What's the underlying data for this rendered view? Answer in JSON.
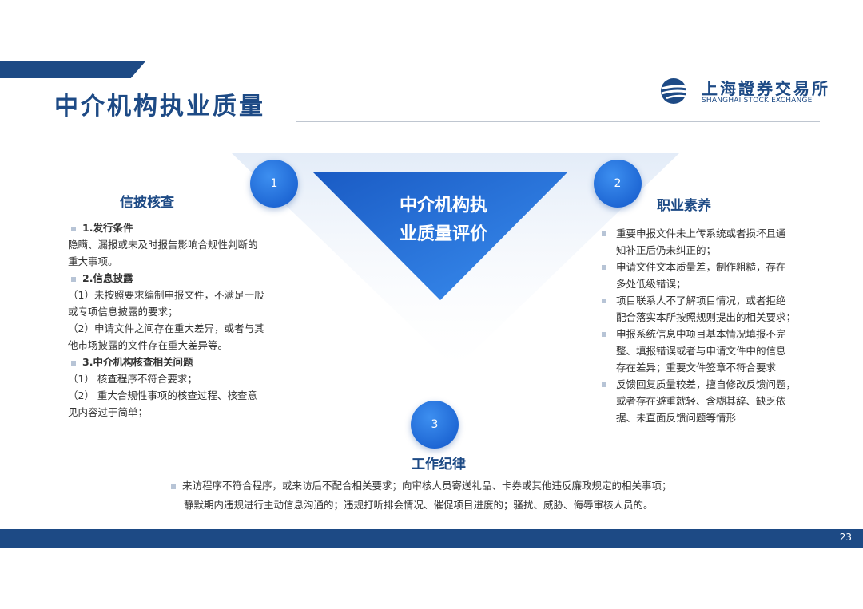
{
  "header": {
    "title": "中介机构执业质量",
    "logo_cn": "上海證券交易所",
    "logo_en": "SHANGHAI STOCK EXCHANGE"
  },
  "center": {
    "line1": "中介机构执",
    "line2": "业质量评价"
  },
  "colors": {
    "primary": "#1d4a85",
    "accent": "#1a64d6"
  },
  "sections": {
    "left": {
      "number": "1",
      "title": "信披核查",
      "lines": [
        {
          "text": "1.发行条件",
          "bold": true,
          "bullet": true
        },
        {
          "text": "隐瞒、漏报或未及时报告影响合规性判断的",
          "bold": false,
          "bullet": false
        },
        {
          "text": "重大事项。",
          "bold": false,
          "bullet": false
        },
        {
          "text": "2.信息披露",
          "bold": true,
          "bullet": true
        },
        {
          "text": "（1）未按照要求编制申报文件，不满足一般",
          "bold": false,
          "bullet": false
        },
        {
          "text": "或专项信息披露的要求；",
          "bold": false,
          "bullet": false
        },
        {
          "text": "（2）申请文件之间存在重大差异，或者与其",
          "bold": false,
          "bullet": false
        },
        {
          "text": "他市场披露的文件存在重大差异等。",
          "bold": false,
          "bullet": false
        },
        {
          "text": "3.中介机构核查相关问题",
          "bold": true,
          "bullet": true
        },
        {
          "text": "（1） 核查程序不符合要求；",
          "bold": false,
          "bullet": false
        },
        {
          "text": "（2） 重大合规性事项的核查过程、核查意",
          "bold": false,
          "bullet": false
        },
        {
          "text": "见内容过于简单；",
          "bold": false,
          "bullet": false
        }
      ]
    },
    "right": {
      "number": "2",
      "title": "职业素养",
      "items": [
        {
          "lines": [
            "重要申报文件未上传系统或者损坏且通",
            "知补正后仍未纠正的；"
          ]
        },
        {
          "lines": [
            "申请文件文本质量差，制作粗糙，存在",
            "多处低级错误；"
          ]
        },
        {
          "lines": [
            "项目联系人不了解项目情况，或者拒绝",
            "配合落实本所按照规则提出的相关要求；"
          ]
        },
        {
          "lines": [
            "申报系统信息中项目基本情况填报不完",
            "整、填报错误或者与申请文件中的信息",
            "存在差异；重要文件签章不符合要求"
          ]
        },
        {
          "lines": [
            "反馈回复质量较差，擅自修改反馈问题，",
            "或者存在避重就轻、含糊其辞、缺乏依",
            "据、未直面反馈问题等情形"
          ]
        }
      ]
    },
    "bottom": {
      "number": "3",
      "title": "工作纪律",
      "lines": [
        "来访程序不符合程序，或来访后不配合相关要求；向审核人员寄送礼品、卡券或其他违反廉政规定的相关事项；",
        "静默期内违规进行主动信息沟通的；违规打听排会情况、催促项目进度的；骚扰、威胁、侮辱审核人员的。"
      ]
    }
  },
  "footer": {
    "page": "23"
  }
}
